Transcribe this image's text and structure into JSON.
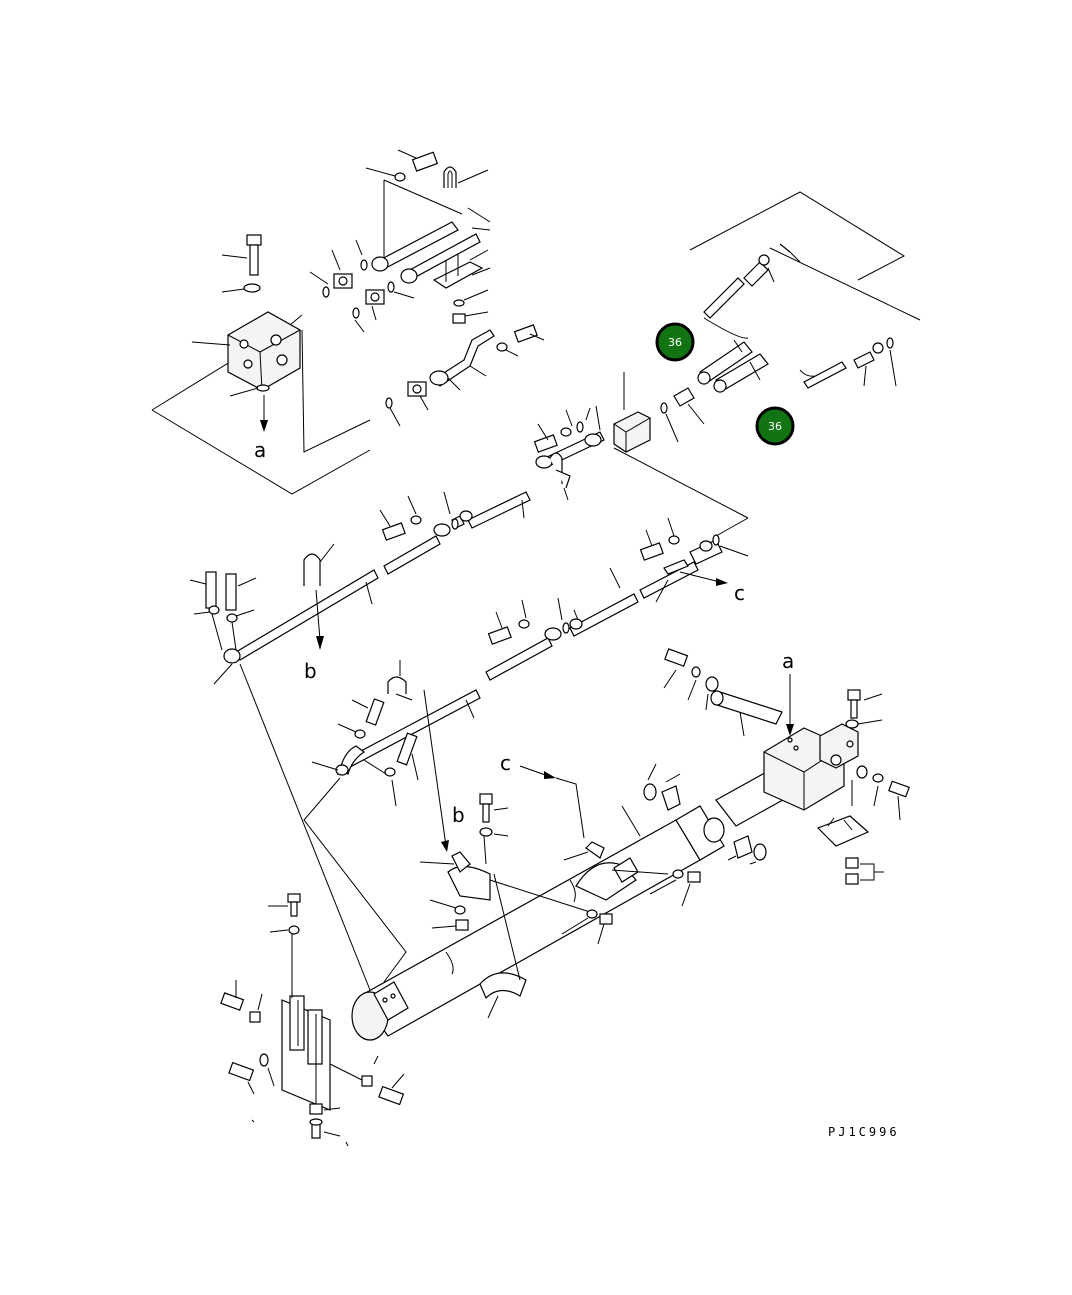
{
  "diagram": {
    "drawing_code": "PJ1C996",
    "letters": {
      "a_top": "a",
      "a_right": "a",
      "b_mid": "b",
      "b_lower": "b",
      "c_right": "c",
      "c_lower": "c"
    },
    "callouts": [
      {
        "label": "36",
        "color": "#127312"
      },
      {
        "label": "36",
        "color": "#127312"
      }
    ]
  }
}
